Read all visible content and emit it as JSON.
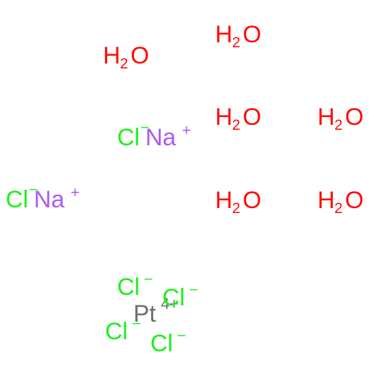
{
  "colors": {
    "water": "#ff0d0d",
    "chlorine": "#1ff01f",
    "sodium": "#ab5cf2",
    "platinum": "#707070",
    "background": "#ffffff"
  },
  "water": {
    "h": "H",
    "sub": "2",
    "o": "O"
  },
  "chloride": {
    "symbol": "Cl",
    "charge": "−"
  },
  "sodium": {
    "symbol": "Na",
    "charge": "+"
  },
  "platinum": {
    "symbol": "Pt",
    "charge": "4+"
  }
}
